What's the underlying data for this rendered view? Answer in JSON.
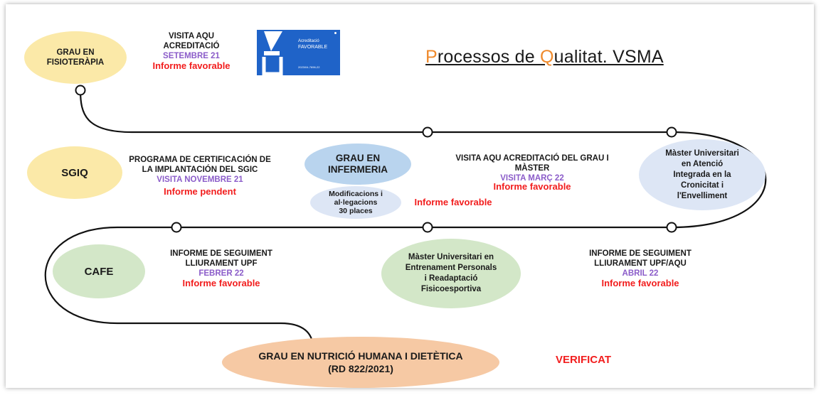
{
  "title": {
    "P": "P",
    "rocessos_de": "rocessos de ",
    "Q": "Q",
    "ualitat": "ualitat. VSMA"
  },
  "badge": {
    "line1": "Acreditació",
    "line2": "FAVORABLE",
    "code": "2023/04-7696-22"
  },
  "nodes": {
    "fisio": {
      "label1": "GRAU EN",
      "label2": "FISIOTERÀPIA"
    },
    "sgiq": {
      "label": "SGIQ"
    },
    "infermeria": {
      "label1": "GRAU EN",
      "label2": "INFERMERIA"
    },
    "modificacions": {
      "l1": "Modificacions i",
      "l2": "al·legacions",
      "l3": "30 places"
    },
    "master_cronicitat": {
      "l1": "Màster Universitari",
      "l2": "en Atenció",
      "l3": "Integrada en la",
      "l4": "Cronicitat i",
      "l5": "l'Envelliment"
    },
    "cafe": {
      "label": "CAFE"
    },
    "master_entrenament": {
      "l1": "Màster Universitari en",
      "l2": "Entrenament Personals",
      "l3": "i Readaptació",
      "l4": "Fisicoesportiva"
    },
    "nutricio": {
      "l1": "GRAU EN NUTRICIÓ HUMANA I DIETÈTICA",
      "l2": "(RD 822/2021)"
    }
  },
  "notes": {
    "fisio": {
      "l1": "VISITA AQU",
      "l2": "ACREDITACIÓ",
      "date": "SETEMBRE 21",
      "status": "Informe favorable"
    },
    "sgiq": {
      "l1": "PROGRAMA DE CERTIFICACIÓN DE",
      "l2": "LA IMPLANTACIÓN DEL SGIC",
      "date": "VISITA NOVEMBRE 21",
      "status": "Informe pendent"
    },
    "infermeria": {
      "status": "Informe favorable"
    },
    "grau_master": {
      "l1": "VISITA AQU ACREDITACIÓ DEL GRAU I",
      "l2": "MÀSTER",
      "date": "VISITA MARÇ 22",
      "status": "Informe favorable"
    },
    "cafe": {
      "l1": "INFORME DE SEGUIMENT",
      "l2": "LLIURAMENT UPF",
      "date": "FEBRER 22",
      "status": "Informe favorable"
    },
    "entrenament": {
      "l1": "INFORME DE SEGUIMENT",
      "l2": "LLIURAMENT UPF/AQU",
      "date": "ABRIL 22",
      "status": "Informe favorable"
    },
    "nutricio": {
      "status": "VERIFICAT"
    }
  },
  "colors": {
    "yellow": "#fbe9a8",
    "blue": "#b9d4ee",
    "lightblue": "#dde6f5",
    "green": "#d3e7c8",
    "peach": "#f6c9a4",
    "purple": "#8b5cc9",
    "red": "#f21d1d",
    "orange": "#ef8a2c",
    "badge": "#1f63c8"
  }
}
